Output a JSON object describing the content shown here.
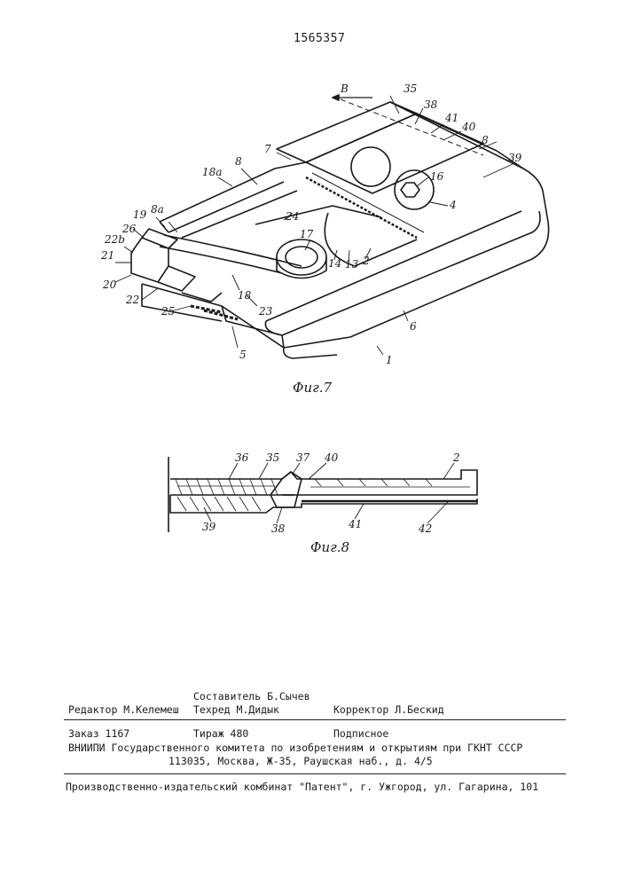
{
  "patent_number": "1565357",
  "figures": [
    {
      "caption": "Фиг.7",
      "labels": {
        "B": "В",
        "n35": "35",
        "n38": "38",
        "n41": "41",
        "n40": "40",
        "n8_right": "8",
        "n39": "39",
        "n16": "16",
        "n4": "4",
        "n7": "7",
        "n8_top": "8",
        "n18a": "18а",
        "n8a": "8а",
        "n19": "19",
        "n26": "26",
        "n22b": "22b",
        "n21": "21",
        "n20": "20",
        "n22": "22",
        "n25": "25",
        "n5": "5",
        "n24": "24",
        "n17": "17",
        "n14": "14",
        "n13": "13",
        "n2": "2",
        "n18": "18",
        "n23": "23",
        "n6": "6",
        "n1": "1"
      }
    },
    {
      "caption": "Фиг.8",
      "labels": {
        "n36": "36",
        "n35": "35",
        "n37": "37",
        "n40": "40",
        "n2": "2",
        "n39": "39",
        "n38": "38",
        "n41": "41",
        "n42": "42"
      }
    }
  ],
  "imprint": {
    "compiler": "Составитель Б.Сычев",
    "editor": "Редактор М.Келемеш",
    "techred": "Техред М.Дидык",
    "corrector": "Корректор Л.Бескид",
    "order": "Заказ 1167",
    "circulation": "Тираж 480",
    "subscription": "Подписное",
    "vniipi": "ВНИИПИ Государственного комитета по изобретениям и открытиям при ГКНТ СССР",
    "address": "113035, Москва, Ж-35, Раушская наб., д. 4/5",
    "publisher": "Производственно-издательский комбинат \"Патент\", г. Ужгород, ул. Гагарина, 101"
  }
}
